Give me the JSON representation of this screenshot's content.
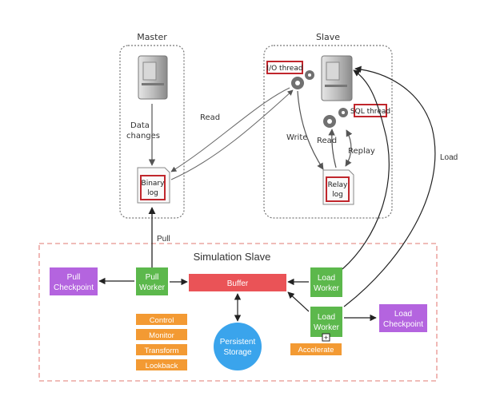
{
  "master": {
    "title": "Master",
    "data_changes_l1": "Data",
    "data_changes_l2": "changes",
    "binlog_l1": "Binary",
    "binlog_l2": "log"
  },
  "slave": {
    "title": "Slave",
    "io_thread": "I/O thread",
    "sql_thread": "SQL thread",
    "relay_l1": "Relay",
    "relay_l2": "log",
    "write": "Write",
    "read": "Read",
    "replay": "Replay"
  },
  "edges": {
    "read": "Read",
    "pull": "Pull",
    "load": "Load"
  },
  "sim": {
    "title": "Simulation Slave",
    "pull_checkpoint_l1": "Pull",
    "pull_checkpoint_l2": "Checkpoint",
    "pull_worker_l1": "Pull",
    "pull_worker_l2": "Worker",
    "buffer": "Buffer",
    "load_worker_1_l1": "Load",
    "load_worker_1_l2": "Worker",
    "load_worker_2_l1": "Load",
    "load_worker_2_l2": "Worker",
    "load_checkpoint_l1": "Load",
    "load_checkpoint_l2": "Checkpoint",
    "storage_l1": "Persistent",
    "storage_l2": "Storage",
    "ops": [
      "Control",
      "Monitor",
      "Transform",
      "Lookback"
    ],
    "accelerate": "Accelerate",
    "plus": "+"
  },
  "colors": {
    "green": "#5cb84c",
    "red": "#ea5357",
    "purple": "#b464df",
    "orange": "#f39a33",
    "blue": "#3aa4ec",
    "highlight": "#c0262c",
    "dashed": "#e8938e"
  }
}
